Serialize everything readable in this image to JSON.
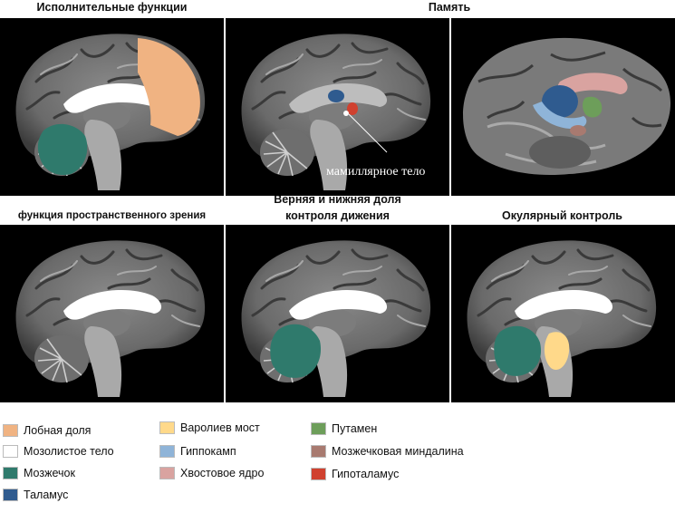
{
  "titles": {
    "executive": "Исполнительные функции",
    "memory": "Память",
    "spatial": "функция пространственного зрения",
    "motor_line1": "Верняя и нижняя доля",
    "motor_line2": "контроля дижения",
    "ocular": "Окулярный контроль"
  },
  "annotation": "мамиллярное тело",
  "colors": {
    "frontal": "#f0b382",
    "corpus": "#ffffff",
    "cerebellum": "#2f7a6c",
    "thalamus": "#2f5b8f",
    "pons": "#ffd98a",
    "hippocampus": "#8fb4d8",
    "caudate": "#d9a3a0",
    "putamen": "#6d9e5a",
    "amygdala": "#a87a70",
    "hypothalamus": "#d0412f"
  },
  "legend": [
    {
      "label": "Лобная доля",
      "color": "#f0b382"
    },
    {
      "label": "Мозолистое тело",
      "color": "#ffffff"
    },
    {
      "label": "Мозжечок",
      "color": "#2f7a6c"
    },
    {
      "label": "Таламус",
      "color": "#2f5b8f"
    },
    {
      "label": "Варолиев мост",
      "color": "#ffd98a"
    },
    {
      "label": "Гиппокамп",
      "color": "#8fb4d8"
    },
    {
      "label": "Хвостовое ядро",
      "color": "#d9a3a0"
    },
    {
      "label": "Путамен",
      "color": "#6d9e5a"
    },
    {
      "label": "Мозжечковая миндалина",
      "color": "#a87a70"
    },
    {
      "label": "Гипоталамус",
      "color": "#d0412f"
    }
  ]
}
